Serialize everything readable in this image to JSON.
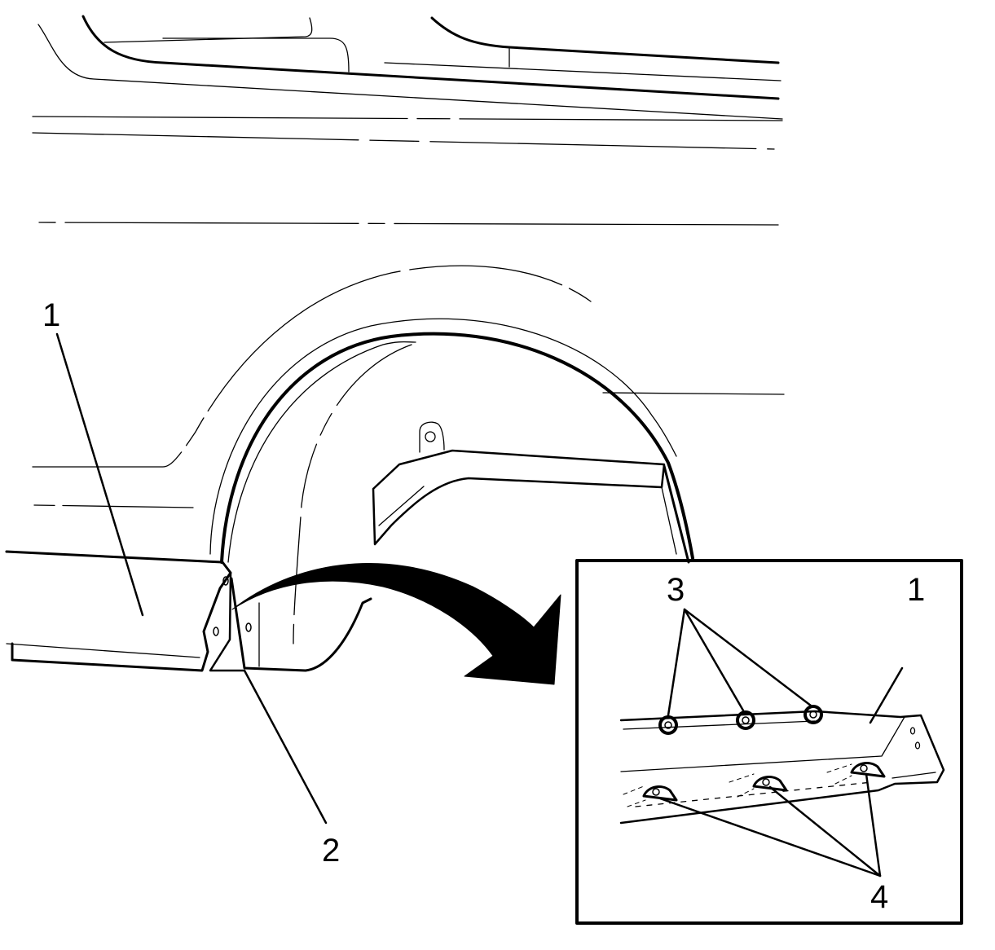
{
  "callouts": {
    "main_1": "1",
    "main_2": "2",
    "inset_1": "1",
    "inset_3": "3",
    "inset_4": "4"
  },
  "colors": {
    "stroke": "#000000",
    "background": "#ffffff"
  }
}
